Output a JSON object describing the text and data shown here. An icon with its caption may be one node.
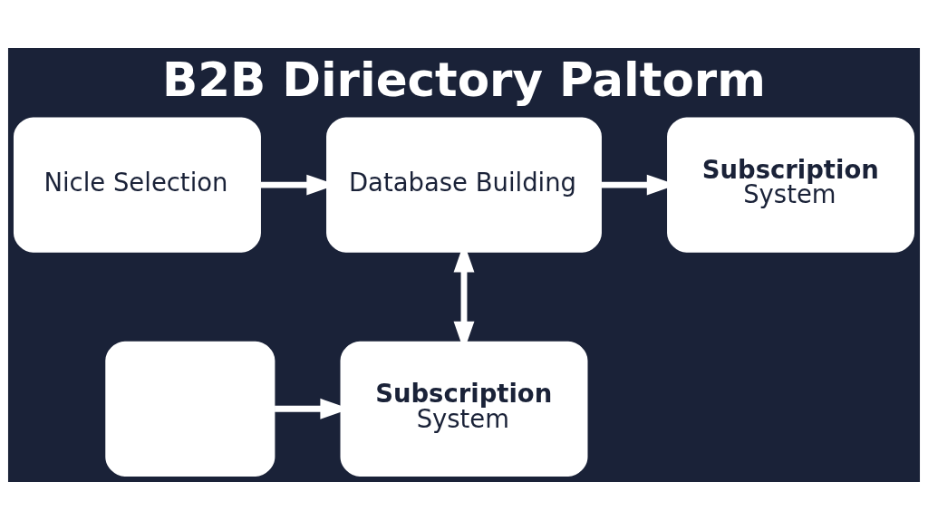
{
  "diagram": {
    "title": "B2B Diriectory Paltorm",
    "nodes": [
      {
        "text": [
          "Nicle Selection"
        ]
      },
      {
        "text": [
          "Database Building"
        ]
      },
      {
        "text": [
          "Subscription",
          "System"
        ]
      },
      {
        "text": [],
        "shape": "box"
      },
      {
        "text": [
          "Subscription",
          "System"
        ]
      }
    ],
    "edges": [
      {
        "from": 0,
        "to": 1,
        "arrow": "to"
      },
      {
        "from": 1,
        "to": 2,
        "arrow": "to"
      },
      {
        "from": 1,
        "to": 4,
        "arrow": "both"
      },
      {
        "from": 3,
        "to": 4,
        "arrow": "to"
      }
    ]
  }
}
